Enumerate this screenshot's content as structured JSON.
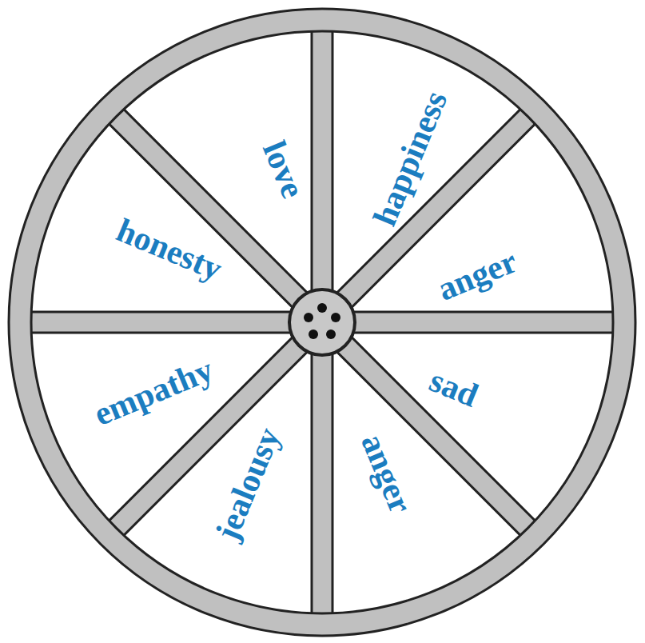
{
  "diagram": {
    "labels": [
      "love",
      "happiness",
      "anger",
      "sad",
      "anger",
      "jealousy",
      "empathy",
      "honesty"
    ]
  }
}
